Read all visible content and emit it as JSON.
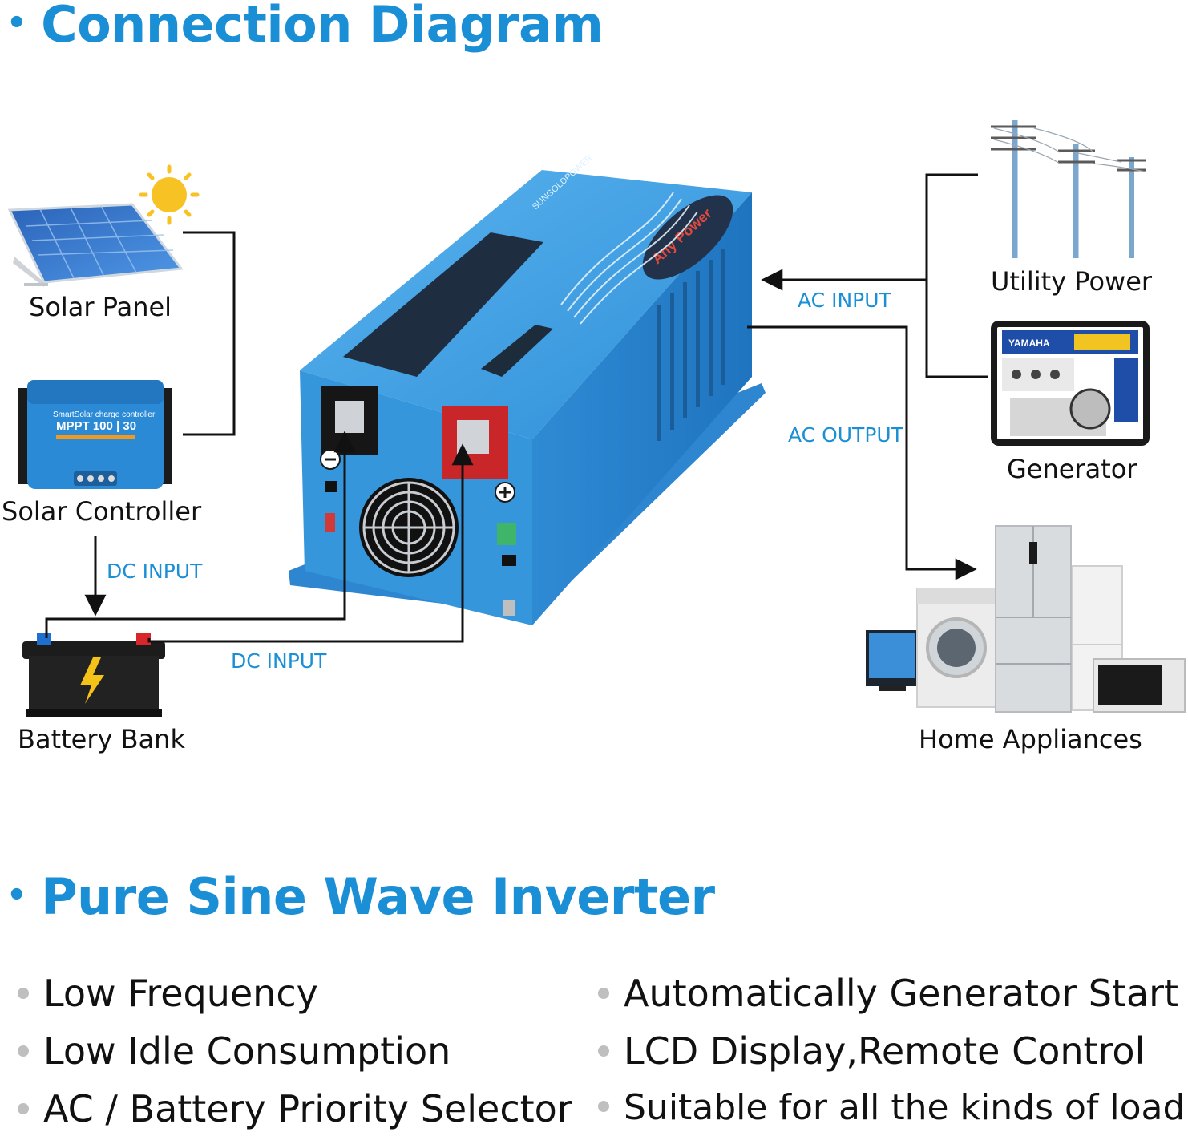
{
  "headings": {
    "diagram": "Connection Diagram",
    "product": "Pure Sine Wave Inverter"
  },
  "components": {
    "solar_panel": "Solar Panel",
    "solar_controller": "Solar Controller",
    "battery_bank": "Battery Bank",
    "utility_power": "Utility Power",
    "generator": "Generator",
    "home_appliances": "Home Appliances"
  },
  "connections": {
    "dc_input_1": "DC INPUT",
    "dc_input_2": "DC INPUT",
    "ac_input": "AC INPUT",
    "ac_output": "AC OUTPUT"
  },
  "device_text": {
    "controller_line1": "SmartSolar charge controller",
    "controller_model": "MPPT 100 | 30",
    "generator_brand": "YAMAHA",
    "inverter_brand": "Any Power",
    "inverter_side": "SUNGOLDPOWER"
  },
  "features_left": [
    "Low Frequency",
    "Low Idle Consumption",
    "AC / Battery Priority Selector"
  ],
  "features_right": [
    "Automatically Generator Start",
    "LCD Display,Remote Control",
    "Suitable for all the kinds of load"
  ],
  "colors": {
    "accent": "#1a8fd6",
    "inverter_body": "#3a9be0",
    "bullet": "#bfbfbf"
  }
}
